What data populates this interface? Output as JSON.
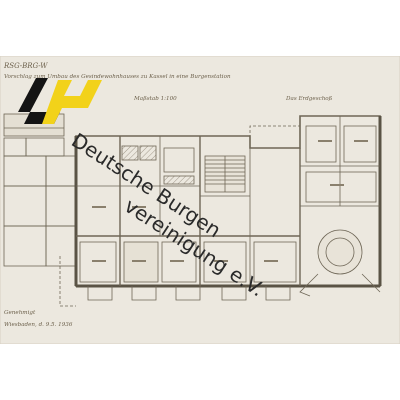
{
  "sheet": {
    "ref": "RSG-BRG-W",
    "heading": "Vorschlag zum Umbau des Gesindewohnhauses zu Kassel in eine Burgenstation",
    "scale": "Maßstab 1:100",
    "floor": "Das Erdgeschoß",
    "footer_line1": "Genehmigt",
    "footer_line2": "Wiesbaden, d. 9.5. 1936"
  },
  "watermark": {
    "line1": "Deutsche Burgen",
    "line2": "vereinigung e.V."
  },
  "logo": {
    "colors": {
      "black": "#141414",
      "yellow": "#f2d21a"
    }
  }
}
